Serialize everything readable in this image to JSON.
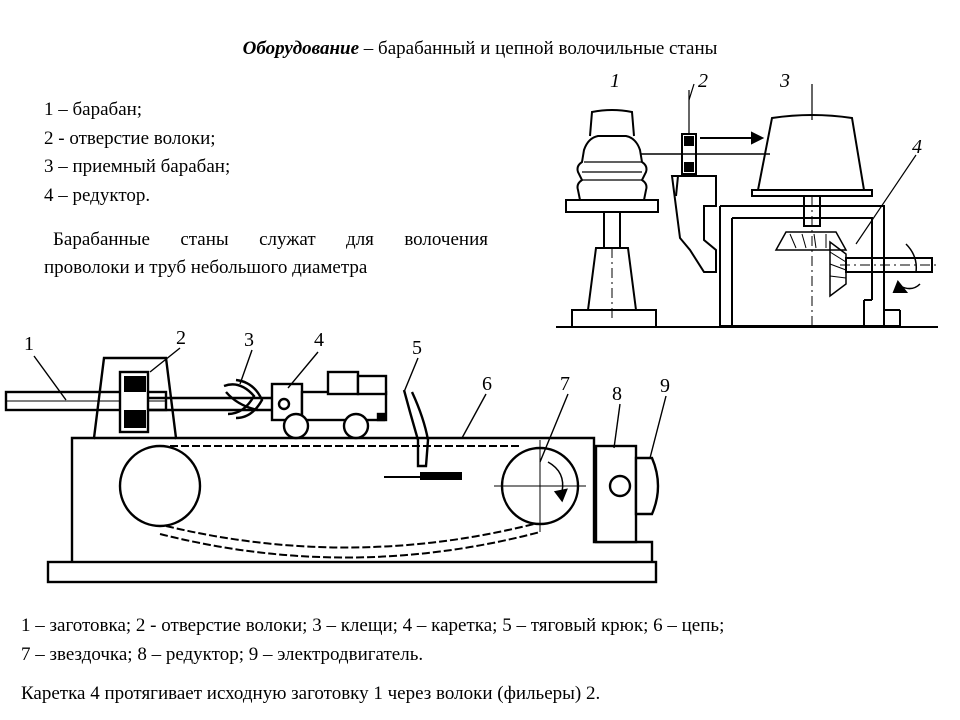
{
  "title": {
    "bold": "Оборудование",
    "rest": " – барабанный и цепной волочильные станы"
  },
  "drum_legend": [
    "1 – барабан;",
    "2 - отверстие волоки;",
    "3 – приемный барабан;",
    "4 – редуктор."
  ],
  "drum_note": {
    "line1": "Барабанные станы служат для волочения",
    "line2": "проволоки и труб небольшого диаметра"
  },
  "drum_labels": [
    "1",
    "2",
    "3",
    "4"
  ],
  "chain_labels": [
    "1",
    "2",
    "3",
    "4",
    "5",
    "6",
    "7",
    "8",
    "9"
  ],
  "chain_legend": {
    "line1": "1 – заготовка; 2 - отверстие волоки; 3 – клещи; 4 – каретка; 5 – тяговый крюк; 6 – цепь;",
    "line2": "7 – звездочка; 8 – редуктор; 9 – электродвигатель."
  },
  "summary": "Каретка 4 протягивает исходную заготовку 1 через волоки (фильеры) 2.",
  "colors": {
    "ink": "#000000",
    "background": "#ffffff"
  }
}
